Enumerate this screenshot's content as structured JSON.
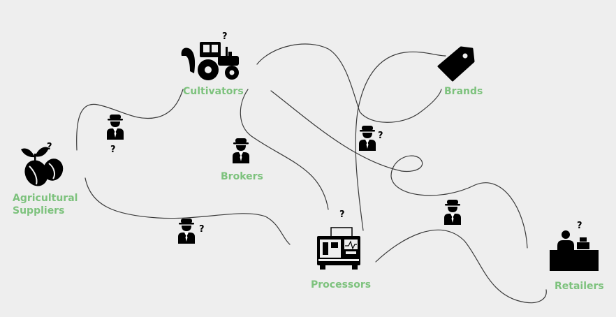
{
  "colors": {
    "label": "#7dc27d",
    "line": "#3a3a3a",
    "icon": "#000000",
    "background": "#eeeeee"
  },
  "nodes": {
    "cultivators": {
      "label": "Cultivators",
      "icon": "tractor-icon"
    },
    "brands": {
      "label": "Brands",
      "icon": "price-tag-icon"
    },
    "brokers": {
      "label": "Brokers",
      "icon": "broker-person-icon"
    },
    "agricultural_suppliers": {
      "label": "Agricultural\nSuppliers",
      "icon": "sprout-seeds-icon"
    },
    "processors": {
      "label": "Processors",
      "icon": "processing-machine-icon"
    },
    "retailers": {
      "label": "Retailers",
      "icon": "cashier-counter-icon"
    }
  },
  "uncertainty_mark": "?"
}
